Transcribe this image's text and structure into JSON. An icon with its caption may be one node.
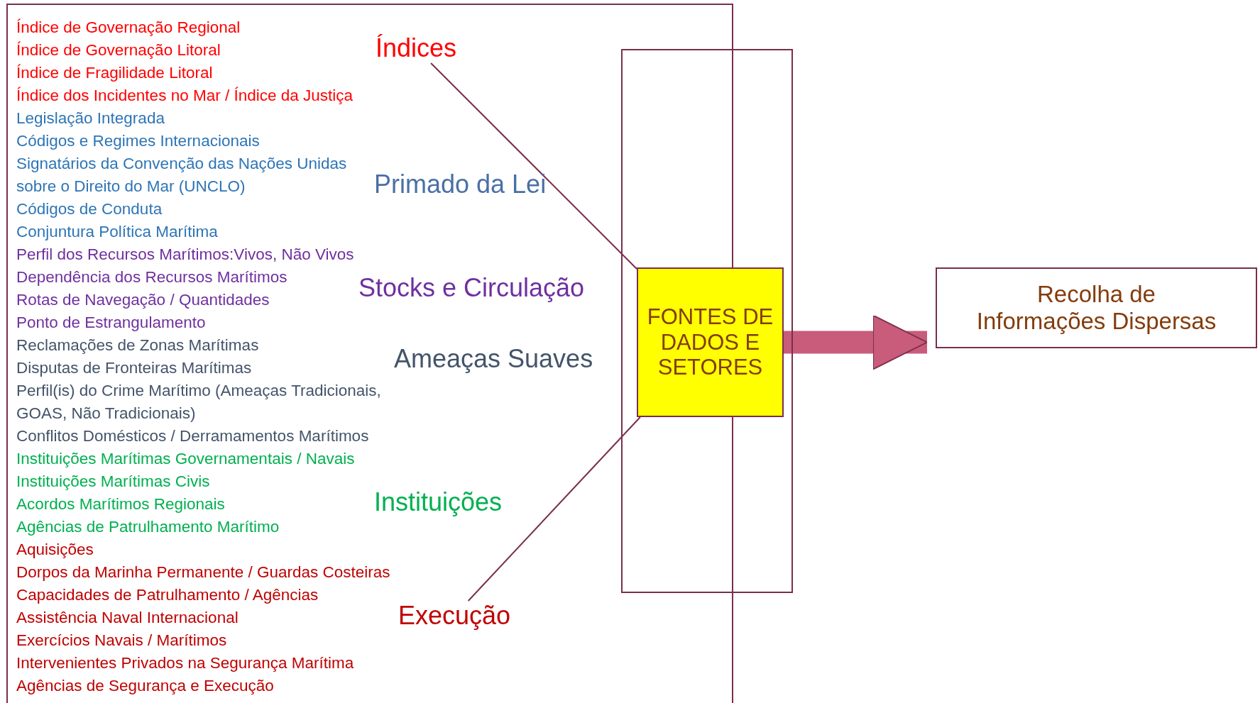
{
  "diagram": {
    "nodes": [
      {
        "text": [],
        "shape": "box"
      },
      {
        "text": [
          "Índice de Governação Regional",
          "Índice de Governação Litoral",
          "Índice de Fragilidade Litoral",
          "Índice dos Incidentes no Mar / Índice da Justiça"
        ],
        "in": 0
      },
      {
        "text": [
          "Índices"
        ],
        "in": 0
      },
      {
        "text": [
          "Legislação Integrada",
          "Códigos e Regimes Internacionais",
          "Signatários da Convenção das Nações Unidas sobre o Direito do Mar (UNCLO)",
          "Códigos de Conduta",
          "Conjuntura Política Marítima"
        ],
        "in": 0
      },
      {
        "text": [
          "Primado da Lei"
        ],
        "in": 0
      },
      {
        "text": [
          "Perfil dos Recursos Marítimos:Vivos, Não Vivos",
          "Dependência dos Recursos Marítimos",
          "Rotas de Navegação / Quantidades",
          "Ponto de Estrangulamento"
        ],
        "in": 0
      },
      {
        "text": [
          "Stocks e Circulação"
        ],
        "in": 0
      },
      {
        "text": [
          "Reclamações de Zonas Marítimas",
          "Disputas de Fronteiras Marítimas",
          "Perfil(is) do Crime Marítimo (Ameaças Tradicionais, GOAS, Não Tradicionais)",
          "Conflitos Domésticos / Derramamentos Marítimos"
        ],
        "in": 0
      },
      {
        "text": [
          "Ameaças Suaves"
        ],
        "in": 0
      },
      {
        "text": [
          "Instituições Marítimas Governamentais / Navais",
          "Instituições Marítimas Civis",
          "Acordos Marítimos Regionais",
          "Agências de Patrulhamento Marítimo"
        ],
        "in": 0
      },
      {
        "text": [
          "Instituições"
        ],
        "in": 0
      },
      {
        "text": [
          "Aquisições",
          "Dorpos da Marinha Permanente / Guardas Costeiras",
          "Capacidades de Patrulhamento / Agências",
          "Assistência Naval Internacional",
          "Exercícios Navais / Marítimos",
          "Intervenientes Privados na Segurança Marítima",
          "Agências de Segurança e Execução"
        ],
        "in": 0
      },
      {
        "text": [
          "Execução"
        ],
        "in": 0
      },
      {
        "text": [],
        "shape": "box"
      },
      {
        "text": [
          "FONTES DE DADOS E SETORES"
        ],
        "in": 13
      },
      {
        "text": [
          "Recolha de Informações Dispersas"
        ]
      }
    ],
    "edges": [
      {
        "from": 2,
        "to": 14,
        "arrow": "none"
      },
      {
        "from": 12,
        "to": 14,
        "arrow": "none"
      },
      {
        "from": 14,
        "to": 15,
        "arrow": "to",
        "style": "thick",
        "color": "#c85c7a"
      }
    ]
  }
}
